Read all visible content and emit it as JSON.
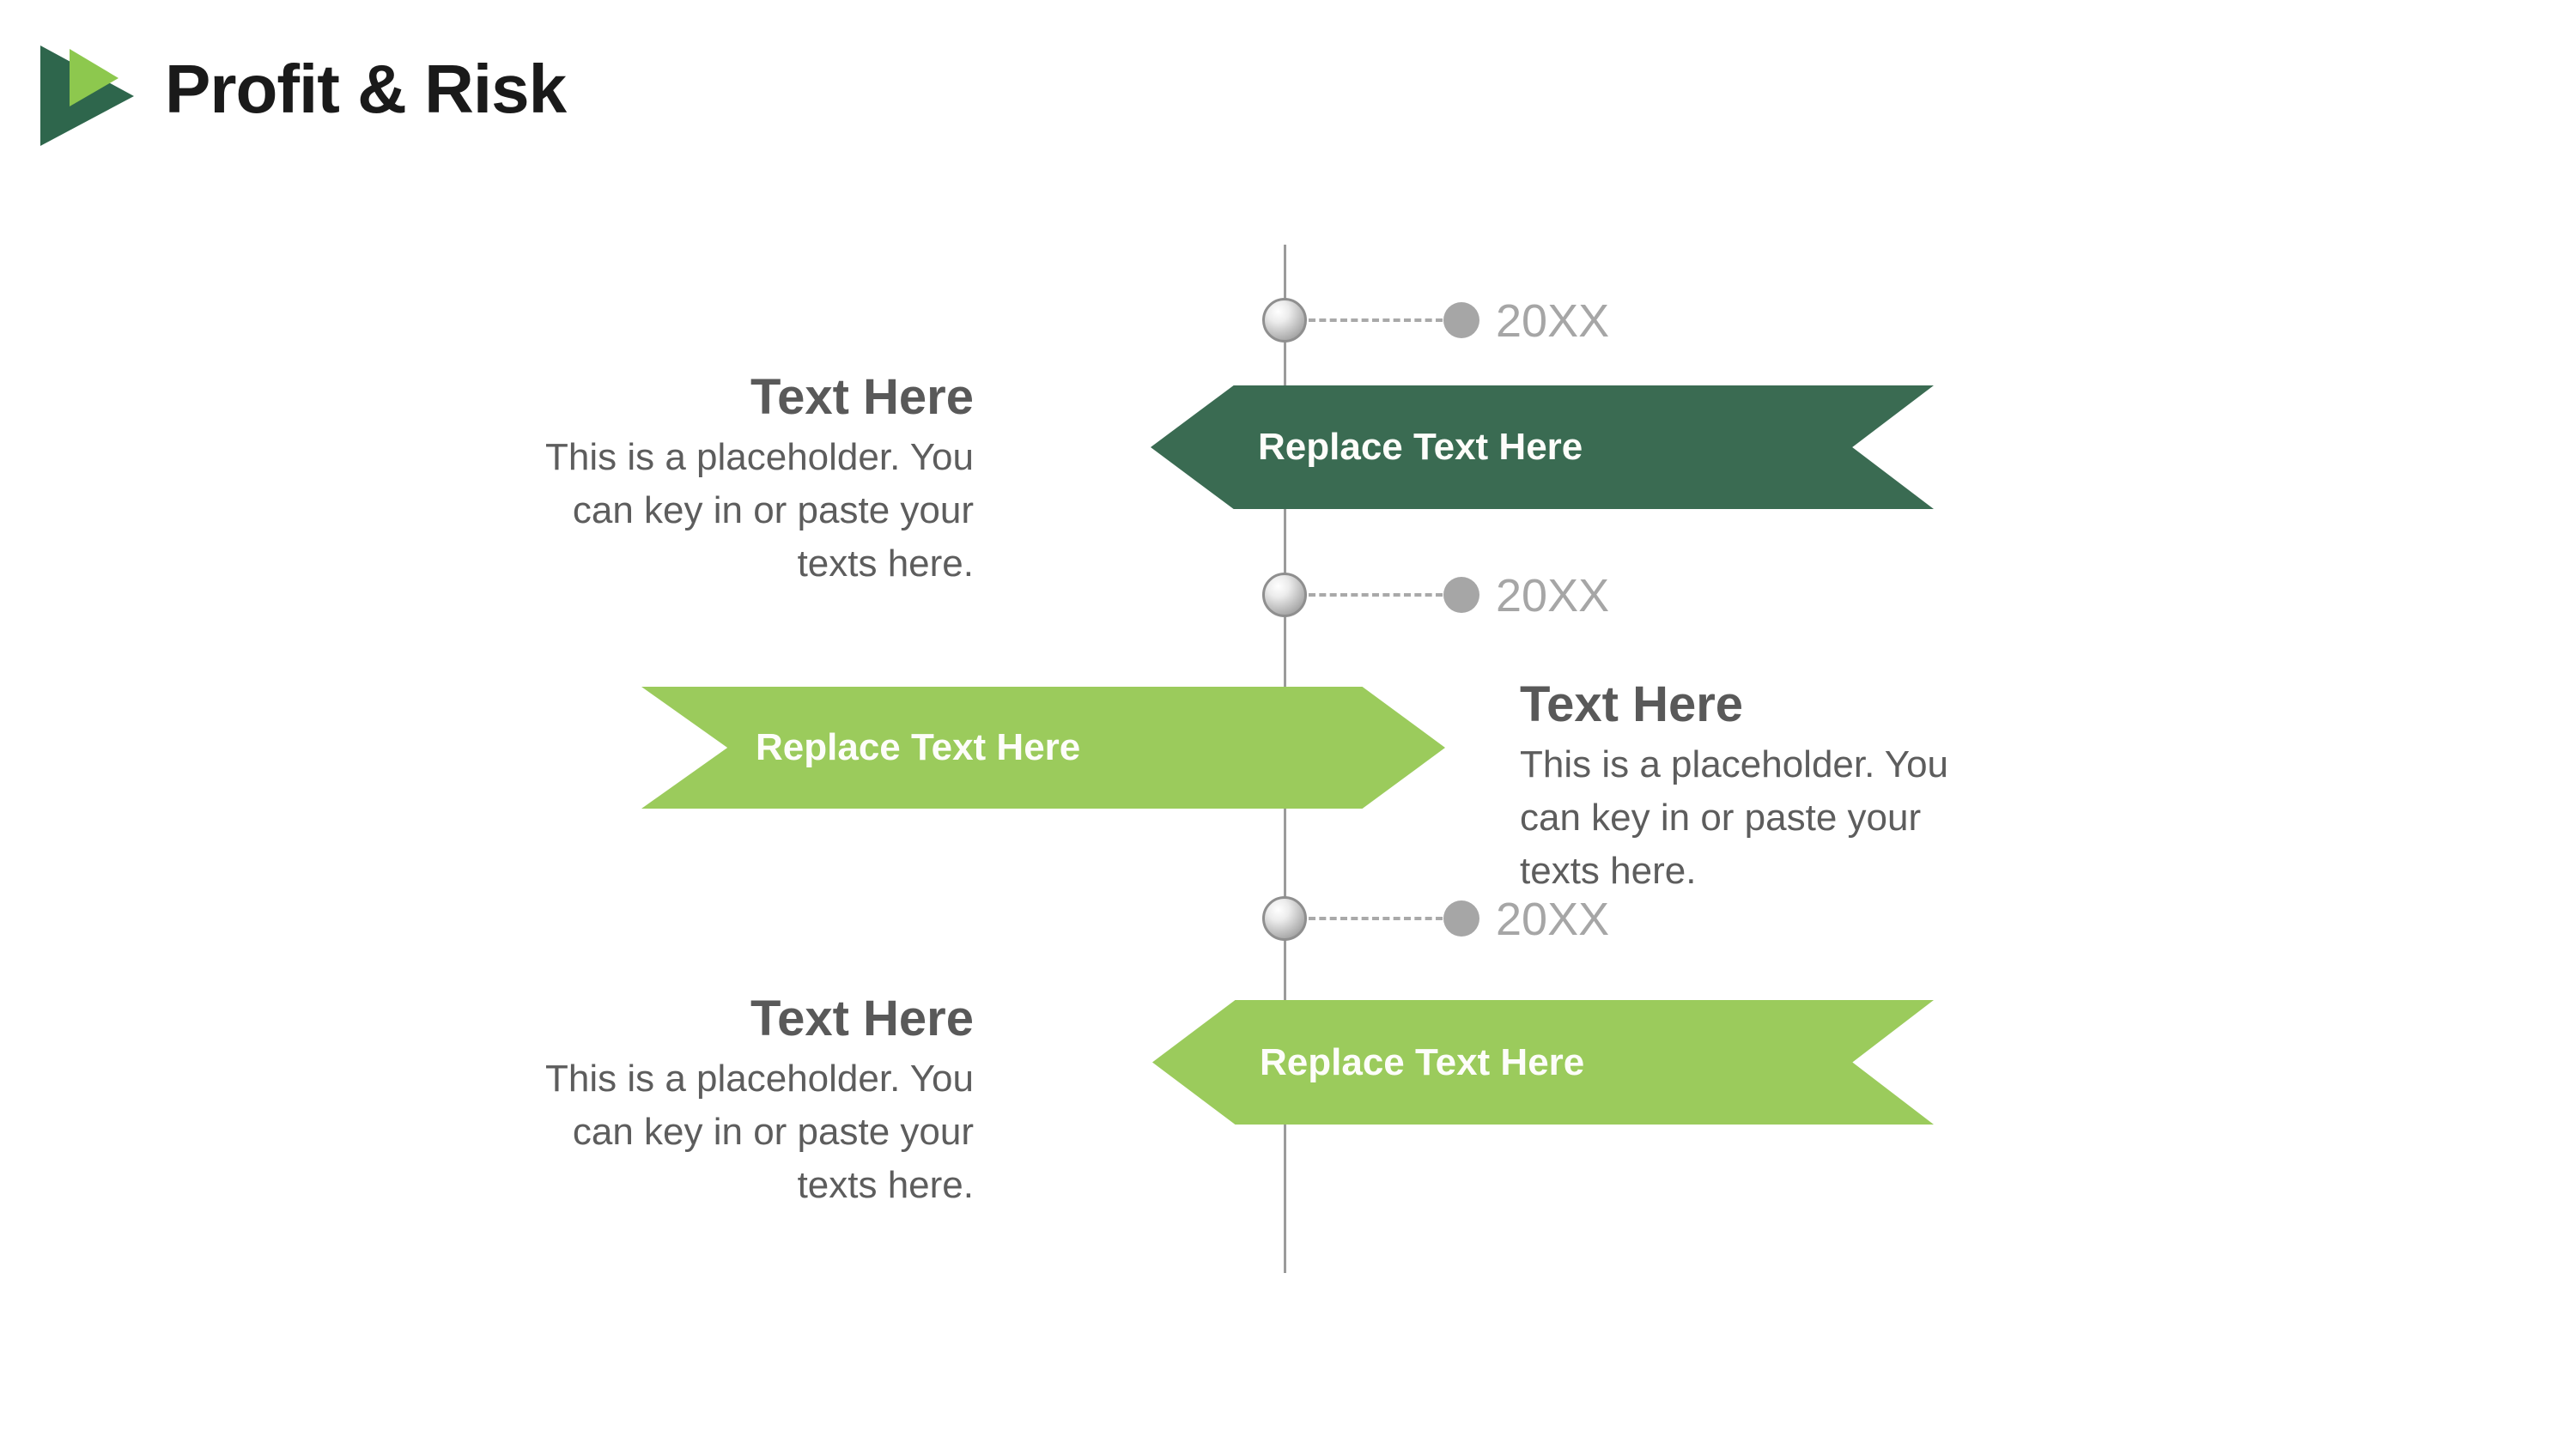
{
  "slide": {
    "title": "Profit & Risk",
    "background": "#ffffff"
  },
  "logo": {
    "description": "two overlapping right-pointing triangles",
    "dark_color": "#2E664C",
    "light_color": "#8DC84E"
  },
  "colors": {
    "dark_green_banner": "#3A6B52",
    "light_green_banner": "#9BCB5C",
    "timeline_line": "#9B9B9B",
    "marker_gray": "#A6A6A6",
    "placeholder_text": "#595959",
    "banner_text": "#FDFDFA",
    "title_text": "#1A1A1A"
  },
  "timeline": {
    "markers": [
      {
        "year": "20XX"
      },
      {
        "year": "20XX"
      },
      {
        "year": "20XX"
      }
    ]
  },
  "banners": [
    {
      "label": "Replace Text Here",
      "color": "#3A6B52",
      "direction": "point-left"
    },
    {
      "label": "Replace Text Here",
      "color": "#9BCB5C",
      "direction": "point-right"
    },
    {
      "label": "Replace Text Here",
      "color": "#9BCB5C",
      "direction": "point-left"
    }
  ],
  "text_blocks": [
    {
      "heading": "Text Here",
      "body": "This is a placeholder. You\ncan key in or paste your\ntexts here.",
      "align": "right"
    },
    {
      "heading": "Text Here",
      "body": "This is a placeholder. You\ncan key in or paste your\ntexts here.",
      "align": "left"
    },
    {
      "heading": "Text Here",
      "body": "This is a placeholder. You\ncan key in or paste your\ntexts here.",
      "align": "right"
    }
  ]
}
